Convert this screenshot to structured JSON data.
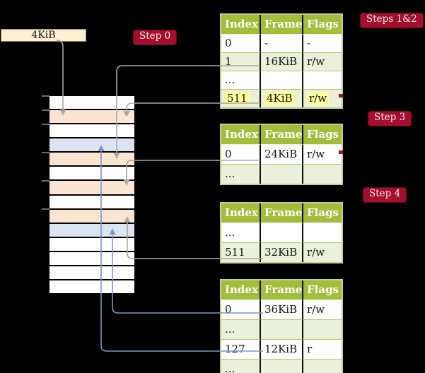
{
  "frame_label": {
    "text": "4KiB"
  },
  "badges": {
    "step0": {
      "label": "Step 0"
    },
    "steps12": {
      "label": "Steps 1&2"
    },
    "step3": {
      "label": "Step 3"
    },
    "step4": {
      "label": "Step 4"
    }
  },
  "tables": [
    {
      "name": "page-table-steps-1-2",
      "headers": [
        "Index",
        "Frame",
        "Flags"
      ],
      "rows": [
        {
          "cells": [
            "0",
            "-",
            "-"
          ],
          "shaded": false,
          "highlight": false
        },
        {
          "cells": [
            "1",
            "16KiB",
            "r/w"
          ],
          "shaded": true,
          "highlight": false
        },
        {
          "cells": [
            "...",
            "",
            ""
          ],
          "shaded": false,
          "highlight": false
        },
        {
          "cells": [
            "511",
            "4KiB",
            "r/w"
          ],
          "shaded": true,
          "highlight": true
        }
      ]
    },
    {
      "name": "page-table-step-3",
      "headers": [
        "Index",
        "Frame",
        "Flags"
      ],
      "rows": [
        {
          "cells": [
            "0",
            "24KiB",
            "r/w"
          ],
          "shaded": false,
          "highlight": false
        },
        {
          "cells": [
            "...",
            "",
            ""
          ],
          "shaded": true,
          "highlight": false
        }
      ]
    },
    {
      "name": "page-table-step-4",
      "headers": [
        "Index",
        "Frame",
        "Flags"
      ],
      "rows": [
        {
          "cells": [
            "...",
            "",
            ""
          ],
          "shaded": false,
          "highlight": false
        },
        {
          "cells": [
            "511",
            "32KiB",
            "r/w"
          ],
          "shaded": true,
          "highlight": false
        }
      ]
    },
    {
      "name": "page-table-final",
      "headers": [
        "Index",
        "Frame",
        "Flags"
      ],
      "rows": [
        {
          "cells": [
            "0",
            "36KiB",
            "r/w"
          ],
          "shaded": false,
          "highlight": false
        },
        {
          "cells": [
            "...",
            "",
            ""
          ],
          "shaded": true,
          "highlight": false
        },
        {
          "cells": [
            "127",
            "12KiB",
            "r"
          ],
          "shaded": false,
          "highlight": false
        },
        {
          "cells": [
            "...",
            "",
            ""
          ],
          "shaded": true,
          "highlight": false
        }
      ]
    }
  ],
  "memory": {
    "rows": [
      {
        "color": "white"
      },
      {
        "color": "peach"
      },
      {
        "color": "white"
      },
      {
        "color": "blue"
      },
      {
        "color": "peach"
      },
      {
        "color": "white"
      },
      {
        "color": "peach"
      },
      {
        "color": "white"
      },
      {
        "color": "peach"
      },
      {
        "color": "blue"
      },
      {
        "color": "white"
      },
      {
        "color": "white"
      },
      {
        "color": "white"
      },
      {
        "color": "white"
      }
    ]
  },
  "colors": {
    "background": "#000000",
    "badge_red": "#a50e2d",
    "table_header_green": "#a3bd3a",
    "table_row_green": "#eaf0da",
    "table_border_sage": "#c2cf8f",
    "frame_peach": "#fbe5d1",
    "frame_blue": "#dae4f2",
    "highlight_yellow": "#ffff99",
    "connector_gray": "#a8a8a8",
    "connector_blue": "#7b97c7",
    "frame_label_bg": "#fcefd2"
  }
}
